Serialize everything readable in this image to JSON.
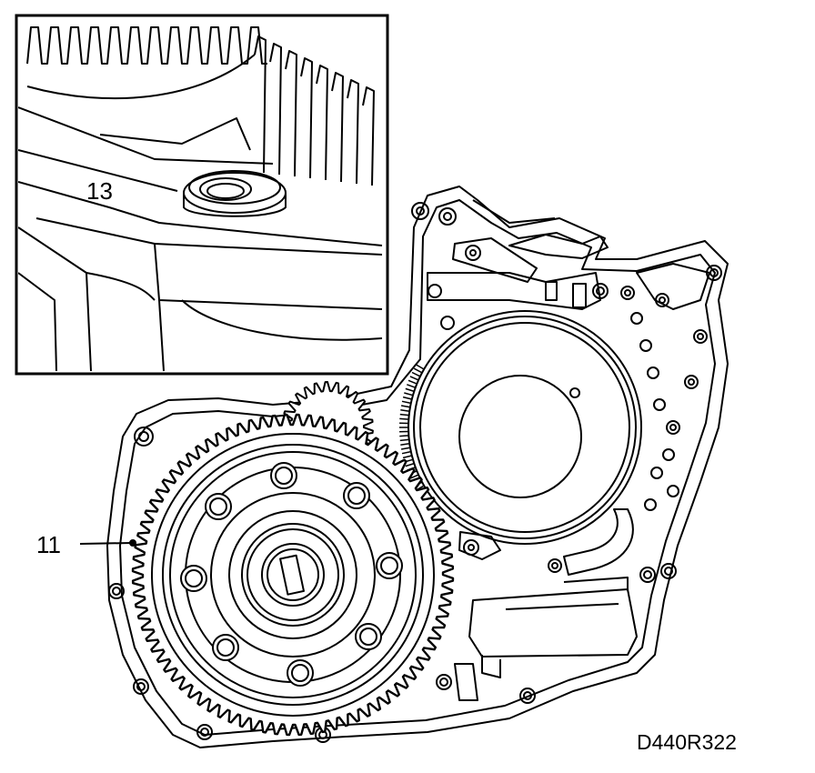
{
  "callouts": [
    {
      "id": "13",
      "label": "13"
    },
    {
      "id": "11",
      "label": "11"
    }
  ],
  "figure_code": "D440R322",
  "colors": {
    "ink": "#000000",
    "paper": "#ffffff"
  }
}
